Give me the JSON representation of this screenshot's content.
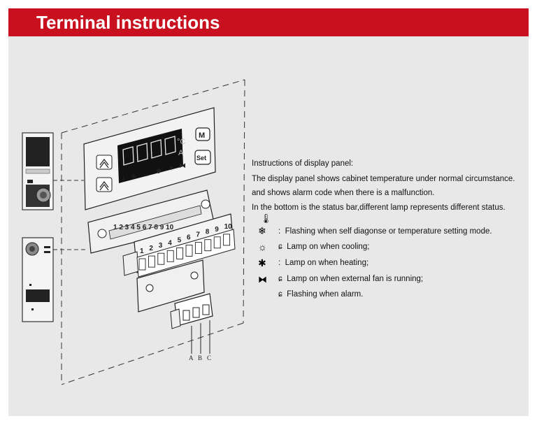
{
  "header": {
    "title": "Terminal instructions"
  },
  "display_panel": {
    "unit_c": "°C",
    "unit_a": "A",
    "button_m": "M",
    "button_set": "Set"
  },
  "terminal_numbers": [
    "1",
    "2",
    "3",
    "4",
    "5",
    "6",
    "7",
    "8",
    "9",
    "10"
  ],
  "abc_labels": [
    "A",
    "B",
    "C"
  ],
  "instructions": {
    "heading": "Instructions of display panel:",
    "lines": [
      "The display panel shows cabinet temperature under normal circumstance.",
      "and shows alarm code when there is a malfunction.",
      "In the bottom is the status bar,different lamp represents different status."
    ],
    "status": [
      {
        "icon": "snowflake-icon",
        "text": "Flashing when self diagonse or temperature setting mode."
      },
      {
        "icon": "sun-icon",
        "text": "Lamp on when cooling;"
      },
      {
        "icon": "heating-icon",
        "text": "Lamp on when heating;"
      },
      {
        "icon": "fan-icon",
        "text": "Lamp on when external fan is running;"
      },
      {
        "icon": "",
        "text": "Flashing when alarm."
      }
    ]
  },
  "colors": {
    "banner": "#c8101e",
    "panel_bg": "#e8e8e8"
  }
}
